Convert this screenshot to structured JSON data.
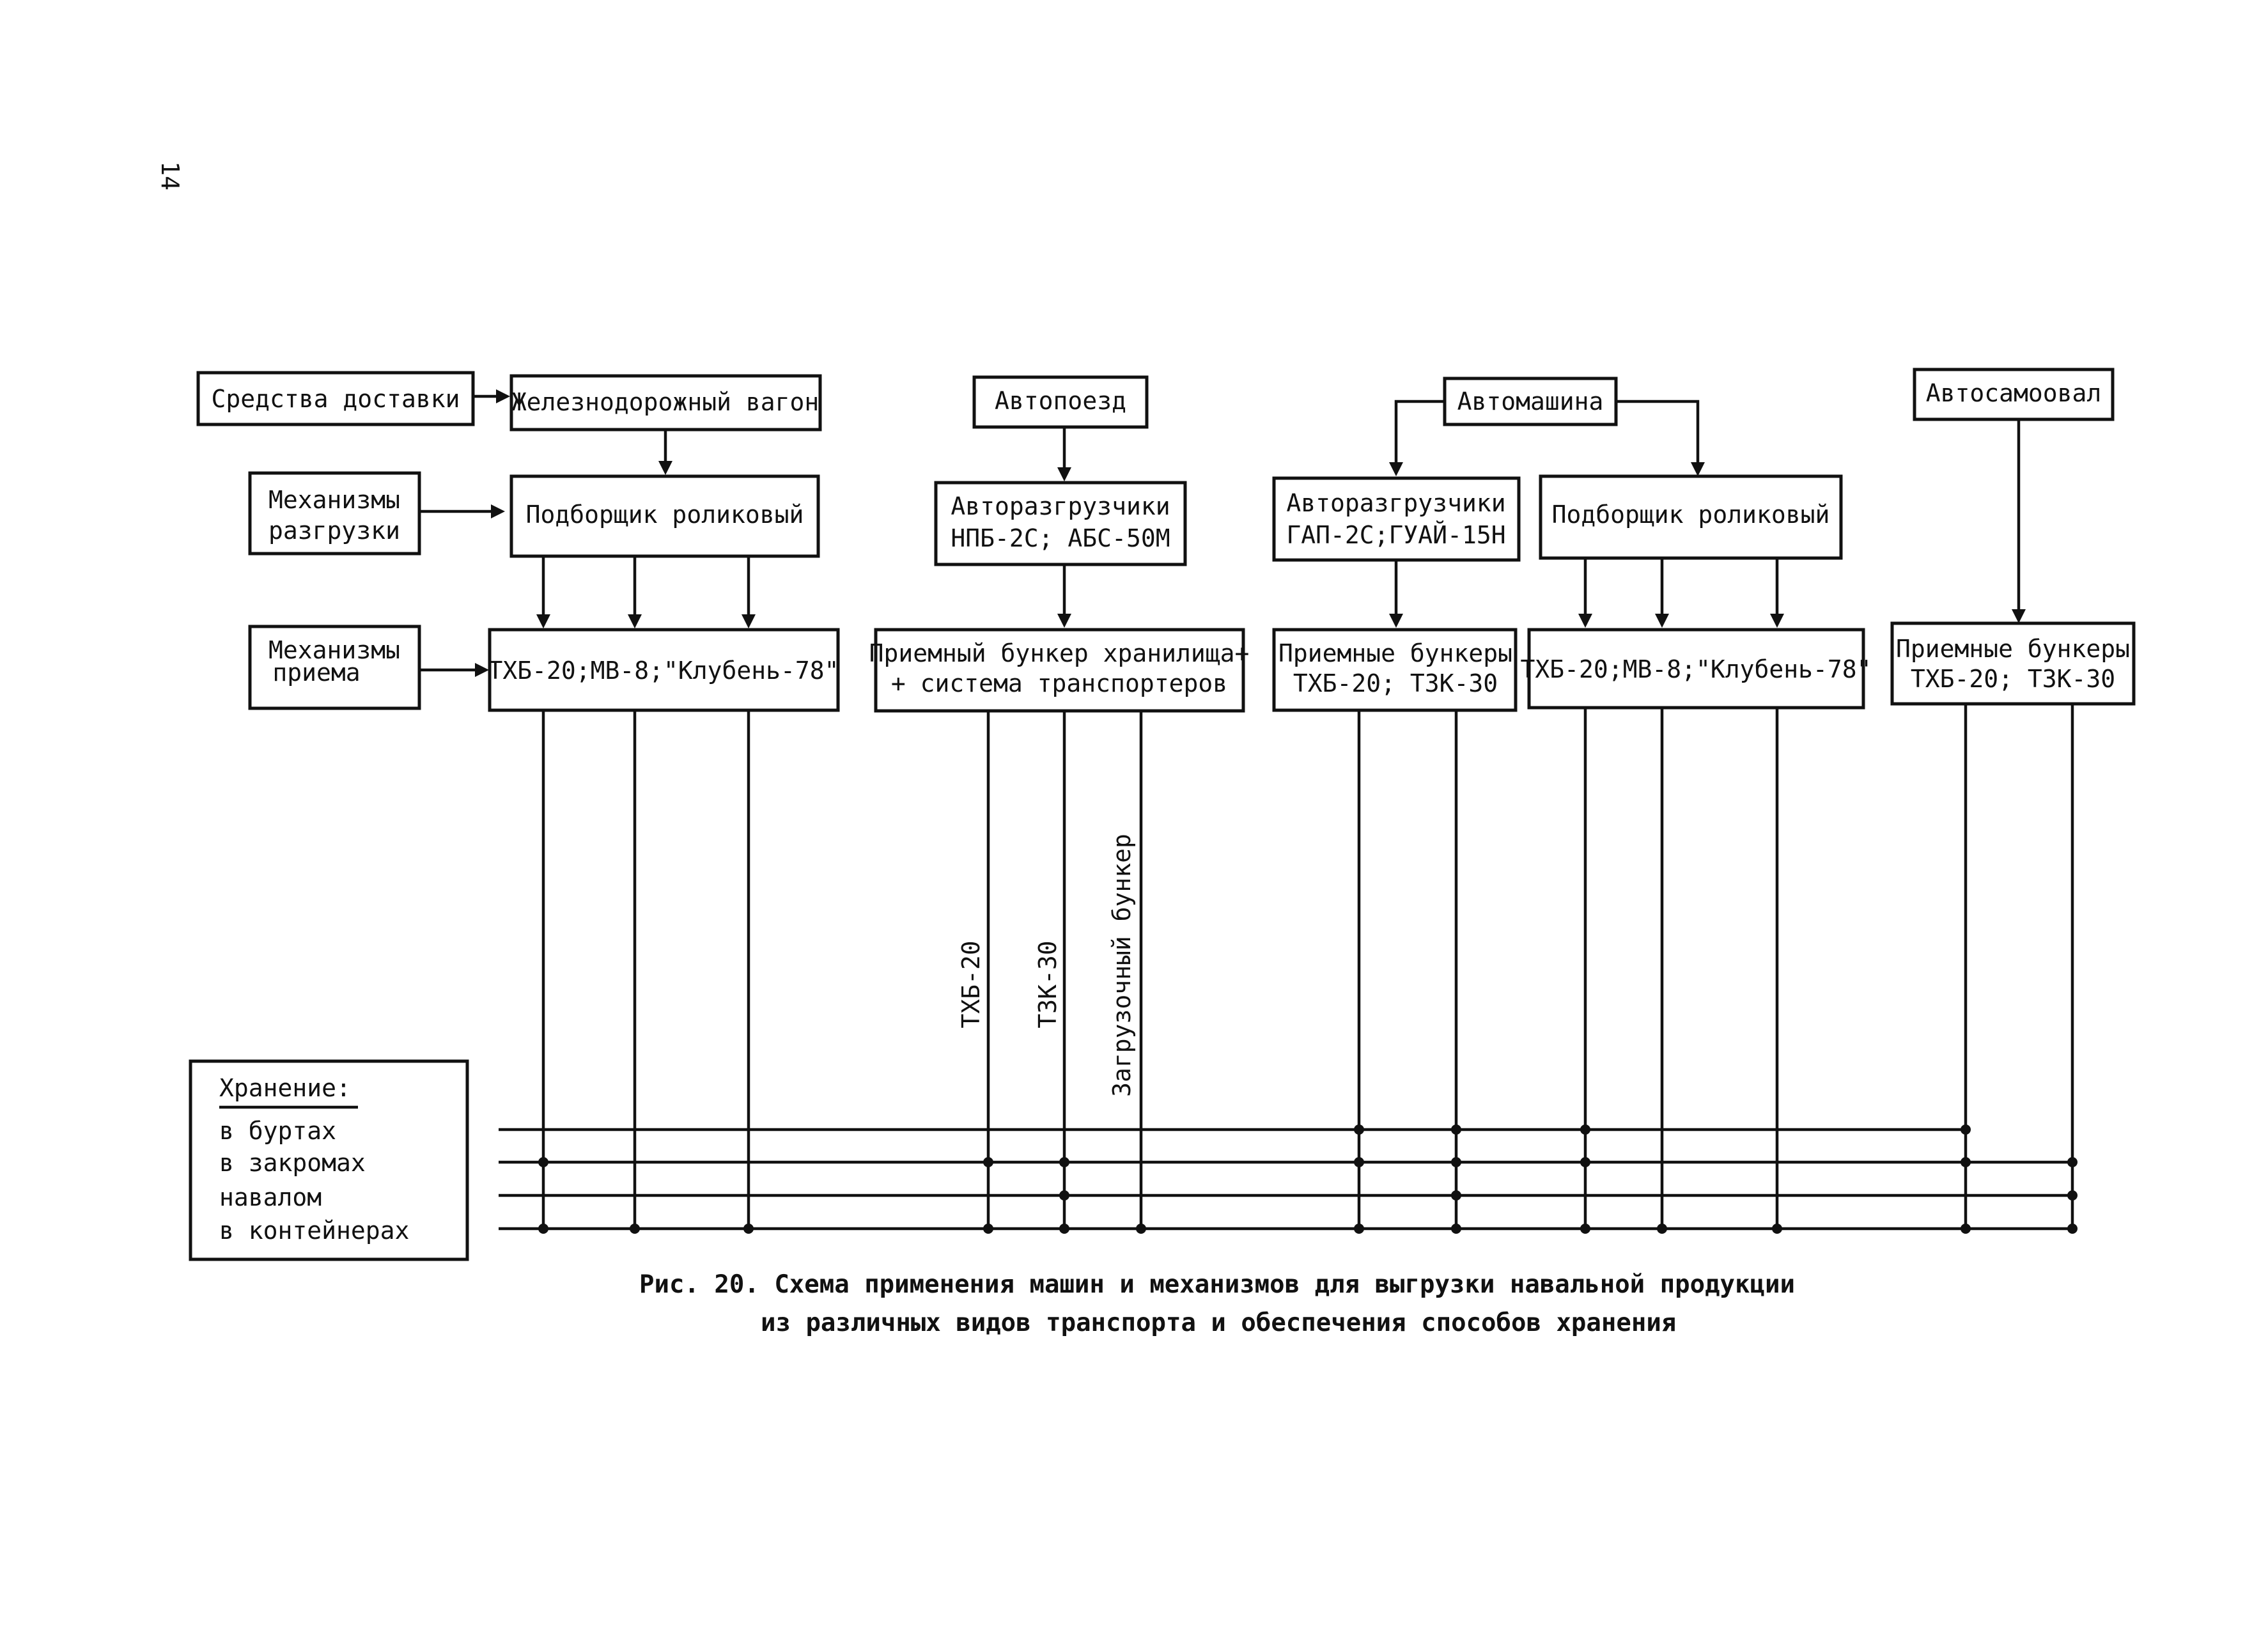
{
  "page_number": "14",
  "legend": {
    "delivery": "Средства доставки",
    "unloading": "Механизмы разгрузки",
    "receiving_line1": "Механизмы",
    "receiving_line2": "приема"
  },
  "storage": {
    "title": "Хранение:",
    "methods": [
      "в буртах",
      "в закромах",
      "навалом",
      "в контейнерах"
    ]
  },
  "columns": {
    "rail": {
      "vehicle": "Железнодорожный вагон",
      "unloader": "Подборщик роликовый",
      "receiver": "ТХБ-20;МВ-8;\"Клубень-78\""
    },
    "road_train": {
      "vehicle": "Автопоезд",
      "unloader_line1": "Авторазгрузчики",
      "unloader_line2": "НПБ-2С; АБС-50М",
      "receiver_line1": "Приемный бункер хранилища+",
      "receiver_line2": "+ система транспортеров",
      "branches": [
        "ТХБ-20",
        "ТЗК-30",
        "Загрузочный бункер"
      ]
    },
    "truck": {
      "vehicle": "Автомашина",
      "unloader_a_line1": "Авторазгрузчики",
      "unloader_a_line2": "ГАП-2С;ГУАЙ-15Н",
      "receiver_a_line1": "Приемные бункеры",
      "receiver_a_line2": "ТХБ-20; ТЗК-30",
      "unloader_b": "Подборщик роликовый",
      "receiver_b": "ТХБ-20;МВ-8;\"Клубень-78\""
    },
    "dump_truck": {
      "vehicle": "Автосамоовал",
      "receiver_line1": "Приемные бункеры",
      "receiver_line2": "ТХБ-20; ТЗК-30"
    }
  },
  "caption": {
    "line1": "Рис. 20. Схема применения машин и механизмов для выгрузки навальной продукции",
    "line2": "из различных видов транспорта и обеспечения способов хранения"
  }
}
